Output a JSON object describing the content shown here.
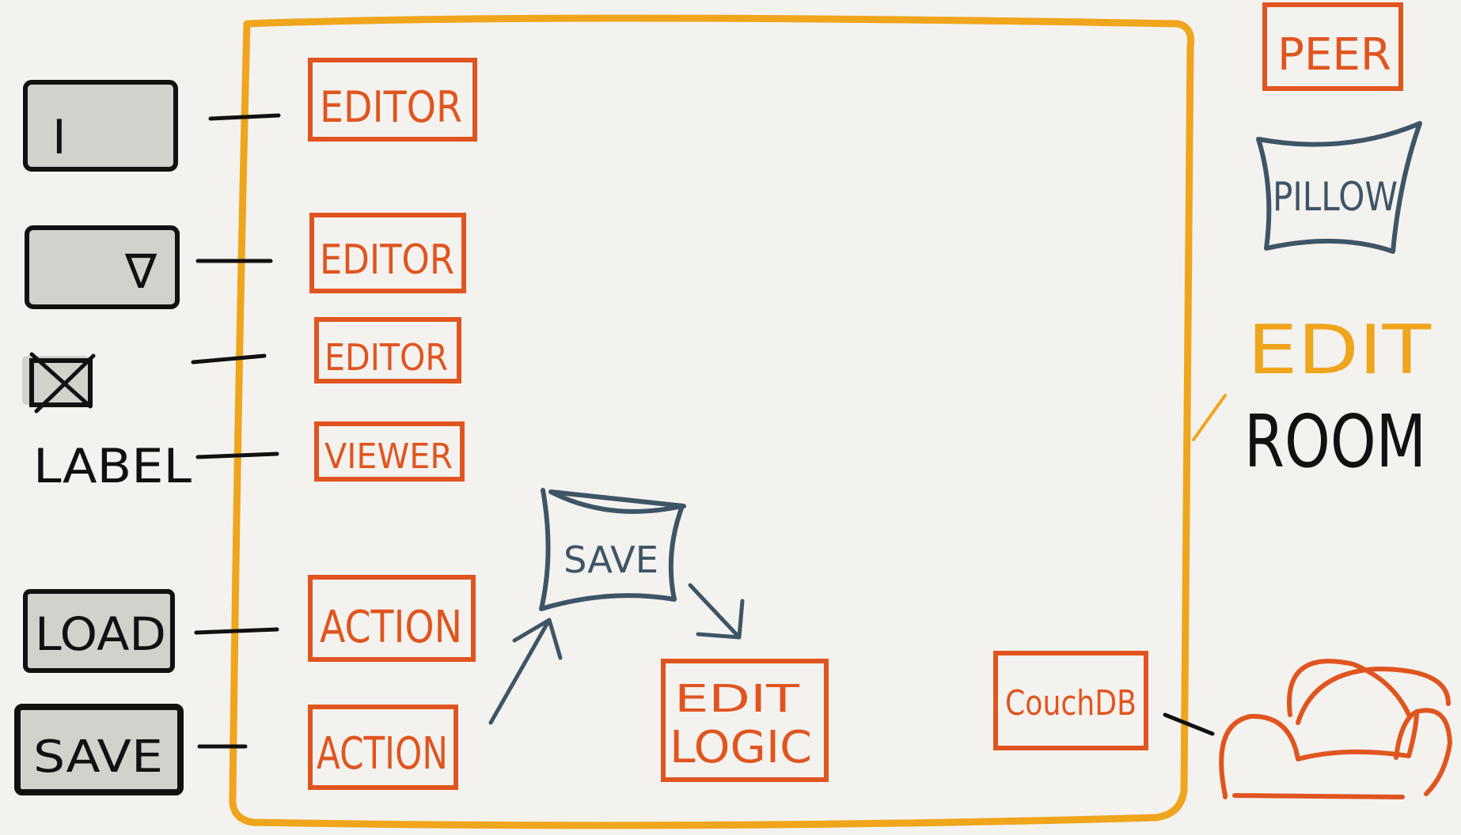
{
  "colors": {
    "background": "#f4f2ef",
    "edit_room_border": "#efa51c",
    "peer": "#e0551f",
    "pillow": "#3e5566",
    "ink": "#111111",
    "widget_fill": "#d3d1cc"
  },
  "widgets": {
    "text_input_glyph": "I",
    "dropdown_glyph": "∇",
    "label_text": "LABEL",
    "load_label": "LOAD",
    "save_label": "SAVE"
  },
  "peers": {
    "editor_1": "EDITOR",
    "editor_2": "EDITOR",
    "editor_3": "EDITOR",
    "viewer": "VIEWER",
    "action_1": "ACTION",
    "action_2": "ACTION",
    "edit_logic_line1": "EDIT",
    "edit_logic_line2": "LOGIC",
    "couchdb": "CouchDB"
  },
  "pillows": {
    "save": "SAVE"
  },
  "legend": {
    "peer": "PEER",
    "pillow": "PILLOW",
    "edit": "EDIT",
    "room": "ROOM",
    "couch_icon": "couch-icon"
  }
}
